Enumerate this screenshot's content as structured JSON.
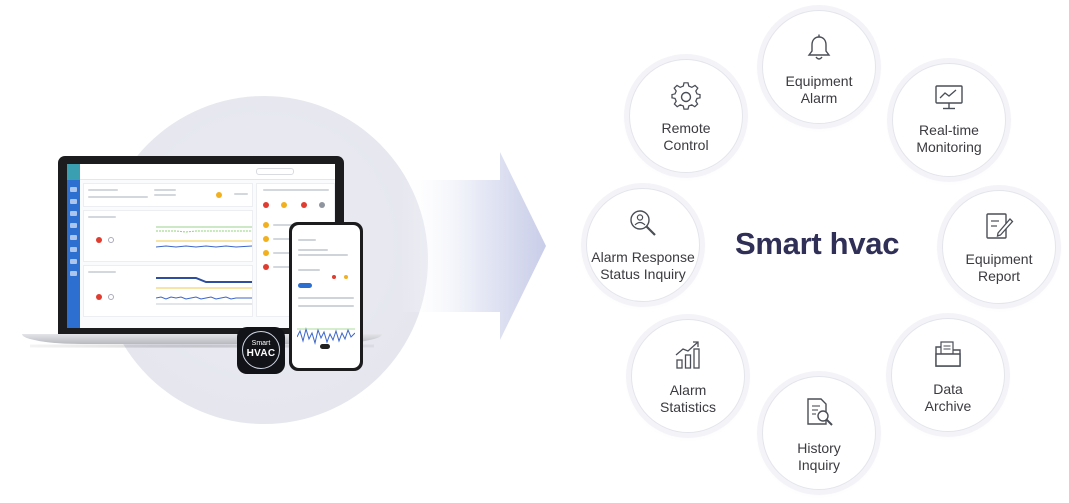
{
  "center_title": "Smart hvac",
  "badge": {
    "line1": "Smart",
    "line2": "HVAC"
  },
  "features": [
    {
      "line1": "Equipment",
      "line2": "Alarm",
      "icon": "bell-icon"
    },
    {
      "line1": "Remote",
      "line2": "Control",
      "icon": "gear-icon"
    },
    {
      "line1": "Real-time",
      "line2": "Monitoring",
      "icon": "monitor-icon"
    },
    {
      "line1": "Alarm Response",
      "line2": "Status Inquiry",
      "icon": "magnifier-person-icon"
    },
    {
      "line1": "Equipment",
      "line2": "Report",
      "icon": "report-edit-icon"
    },
    {
      "line1": "Alarm",
      "line2": "Statistics",
      "icon": "bar-chart-icon"
    },
    {
      "line1": "Data",
      "line2": "Archive",
      "icon": "folder-icon"
    },
    {
      "line1": "History",
      "line2": "Inquiry",
      "icon": "document-search-icon"
    }
  ],
  "colors": {
    "title": "#2f2f57",
    "icon_stroke": "#4a4e57",
    "accent": "#2d6fd1"
  }
}
